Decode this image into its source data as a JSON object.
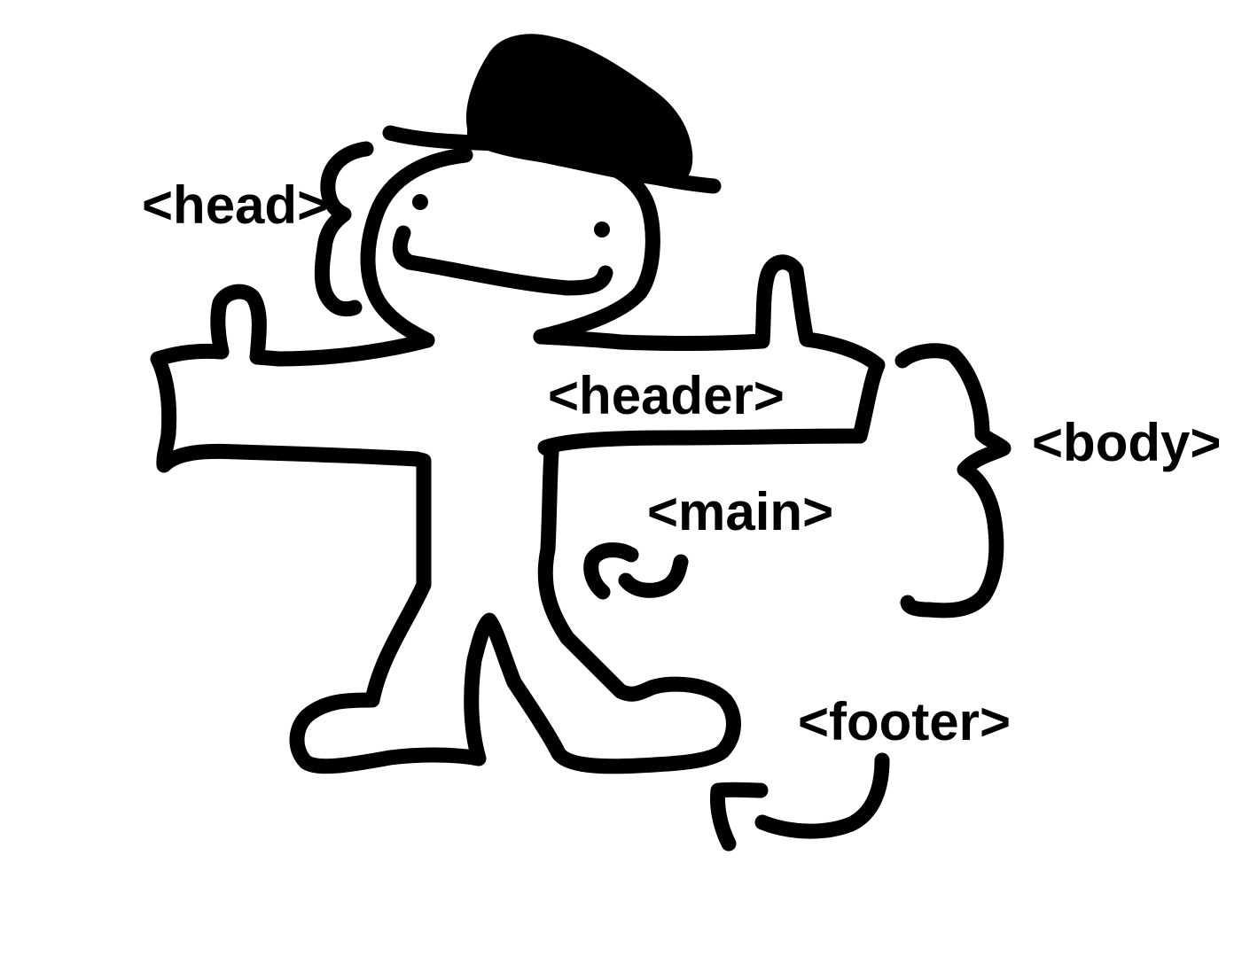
{
  "figure": {
    "background_color": "#ffffff",
    "ink_color": "#000000",
    "subject": "stick-figure"
  },
  "labels": {
    "head": "<head>",
    "header": "<header>",
    "body": "<body>",
    "main": "<main>",
    "footer": "<footer>"
  }
}
